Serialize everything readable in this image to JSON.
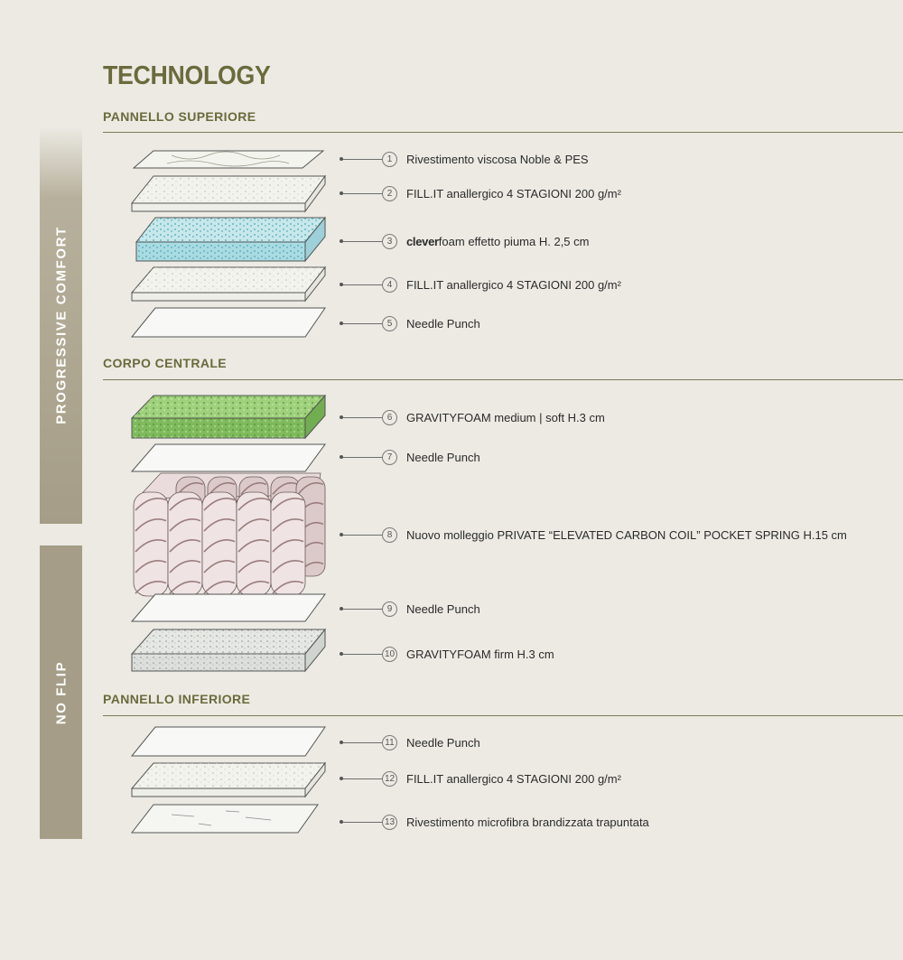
{
  "title": "TECHNOLOGY",
  "sections": {
    "top": "PANNELLO SUPERIORE",
    "middle": "CORPO CENTRALE",
    "bottom": "PANNELLO INFERIORE"
  },
  "sidebar": {
    "comfort": "PROGRESSIVE COMFORT",
    "noflip": "NO FLIP"
  },
  "colors": {
    "accent": "#6b6a3c",
    "sidebar": "#a59d87",
    "cleverfoam": "#bfe3e6",
    "gravityfoam_soft": "#8fc56a",
    "springs": "#e8d9d9"
  },
  "layers": [
    {
      "n": "1",
      "text": "Rivestimento viscosa Noble & PES"
    },
    {
      "n": "2",
      "text": "FILL.IT anallergico 4 STAGIONI 200 g/m²"
    },
    {
      "n": "3",
      "brand_bold": "clever",
      "brand_rest": "foam",
      "text": " effetto piuma H. 2,5 cm"
    },
    {
      "n": "4",
      "text": "FILL.IT anallergico 4 STAGIONI 200 g/m²"
    },
    {
      "n": "5",
      "text": "Needle Punch"
    },
    {
      "n": "6",
      "text": "GRAVITYFOAM medium | soft H.3 cm"
    },
    {
      "n": "7",
      "text": "Needle Punch"
    },
    {
      "n": "8",
      "text": "Nuovo molleggio PRIVATE “ELEVATED CARBON COIL” POCKET SPRING H.15 cm"
    },
    {
      "n": "9",
      "text": "Needle Punch"
    },
    {
      "n": "10",
      "text": "GRAVITYFOAM firm H.3 cm"
    },
    {
      "n": "11",
      "text": "Needle Punch"
    },
    {
      "n": "12",
      "text": "FILL.IT anallergico 4 STAGIONI 200 g/m²"
    },
    {
      "n": "13",
      "text": "Rivestimento microfibra brandizzata trapuntata"
    }
  ]
}
